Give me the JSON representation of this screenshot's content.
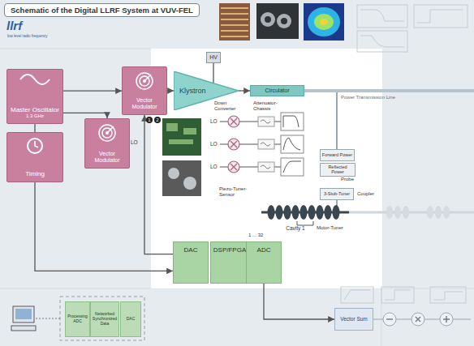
{
  "diagram": {
    "title": "Schematic of the Digital LLRF System at VUV-FEL",
    "nodes": [
      {
        "text": [
          "Master Oscillator",
          "1.3 GHz"
        ]
      },
      {
        "text": [
          "Timing"
        ]
      },
      {
        "text": [
          "Vector Modulator"
        ]
      },
      {
        "text": [
          "Vector Modulator"
        ]
      },
      {
        "text": [
          "HV"
        ]
      },
      {
        "text": [
          "Klystron"
        ]
      },
      {
        "text": [
          "Circulator"
        ]
      },
      {
        "text": [
          "Forward Power"
        ]
      },
      {
        "text": [
          "Reflected Power"
        ]
      },
      {
        "text": [
          "3-Stub-Tuner"
        ]
      },
      {
        "text": [
          "Cavity 1"
        ]
      },
      {
        "text": [
          "DAC"
        ]
      },
      {
        "text": [
          "DSP/FPGA"
        ]
      },
      {
        "text": [
          "ADC"
        ]
      },
      {
        "text": [
          "Processing ADC"
        ]
      },
      {
        "text": [
          "Networked Synchronized Data"
        ]
      },
      {
        "text": [
          "DAC"
        ]
      },
      {
        "text": [
          "Vector Sum"
        ]
      }
    ],
    "edges": [
      {
        "from": 0,
        "to": 2,
        "arrow": "to"
      },
      {
        "from": 0,
        "to": 1,
        "arrow": "none"
      },
      {
        "from": 0,
        "to": 3,
        "arrow": "to"
      },
      {
        "from": 2,
        "to": 5,
        "arrow": "to"
      },
      {
        "from": 5,
        "to": 6,
        "arrow": "to"
      },
      {
        "from": 4,
        "to": 5,
        "arrow": "none"
      },
      {
        "from": 11,
        "to": 2,
        "arrow": "to"
      },
      {
        "from": 1,
        "to": 11,
        "arrow": "to"
      },
      {
        "from": 13,
        "to": 17,
        "arrow": "to"
      }
    ],
    "labels": [
      "llrf",
      "low level radio frequency",
      "Power Transmission Line",
      "Down Converter",
      "Attenuator-Chassis",
      "LO",
      "LO",
      "LO",
      "LO",
      "Piezo-Tuner-Sensor",
      "Probe",
      "Coupler",
      "Motor-Tuner",
      "1",
      "2",
      "1 ... 32"
    ]
  }
}
